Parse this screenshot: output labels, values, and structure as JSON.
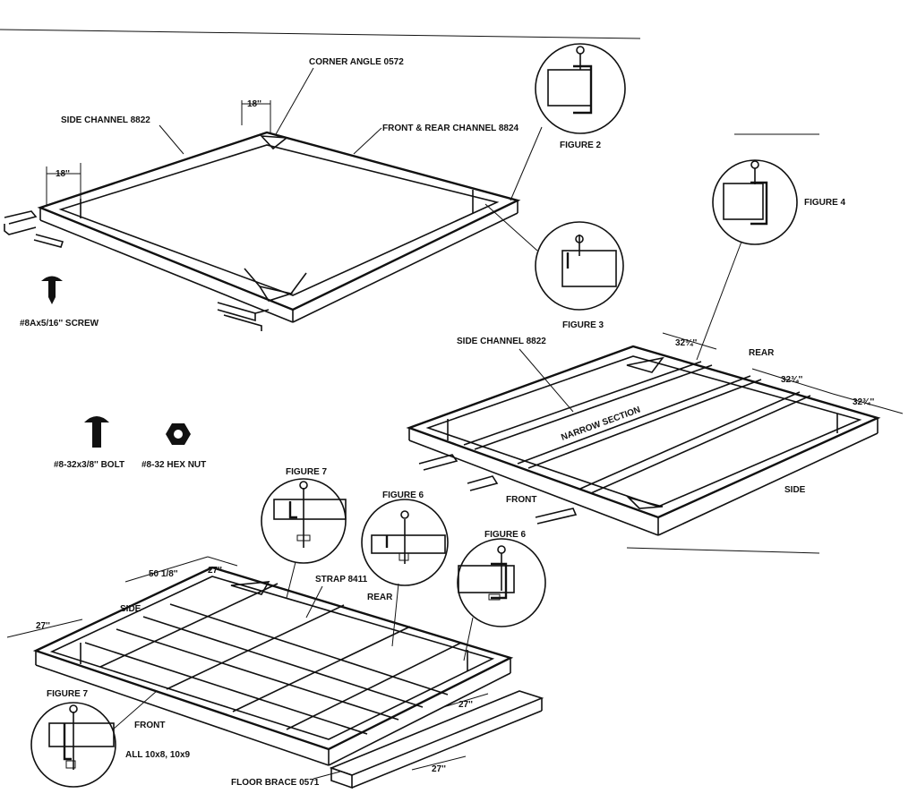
{
  "labels": {
    "corner_angle": "CORNER ANGLE 0572",
    "side_channel_top": "SIDE CHANNEL 8822",
    "front_rear_channel": "FRONT & REAR CHANNEL 8824",
    "figure_2": "FIGURE 2",
    "figure_3": "FIGURE 3",
    "figure_4": "FIGURE 4",
    "screw": "#8Ax5/16'' SCREW",
    "side_channel_mid": "SIDE CHANNEL 8822",
    "narrow_section": "NARROW SECTION",
    "rear_mid": "REAR",
    "front_mid": "FRONT",
    "side_mid": "SIDE",
    "bolt": "#8-32x3/8'' BOLT",
    "hex_nut": "#8-32 HEX NUT",
    "figure_7_top": "FIGURE 7",
    "figure_6a": "FIGURE 6",
    "figure_6b": "FIGURE 6",
    "strap": "STRAP 8411",
    "rear_bottom": "REAR",
    "side_bottom": "SIDE",
    "figure_7_bottom": "FIGURE 7",
    "front_bottom": "FRONT",
    "all_sizes": "ALL 10x8, 10x9",
    "floor_brace": "FLOOR BRACE 0571"
  },
  "dimensions": {
    "d18_top": "18''",
    "d18_left": "18''",
    "d32_a": "32¾''",
    "d32_b": "32¾''",
    "d32_c": "32¾''",
    "d50": "50 1/8''",
    "d27_top": "27''",
    "d27_left": "27''",
    "d27_right": "27''",
    "d27_bottom": "27''"
  },
  "icons": {
    "screw": "screw-icon",
    "bolt": "bolt-icon",
    "hex_nut": "hex-nut-icon"
  }
}
